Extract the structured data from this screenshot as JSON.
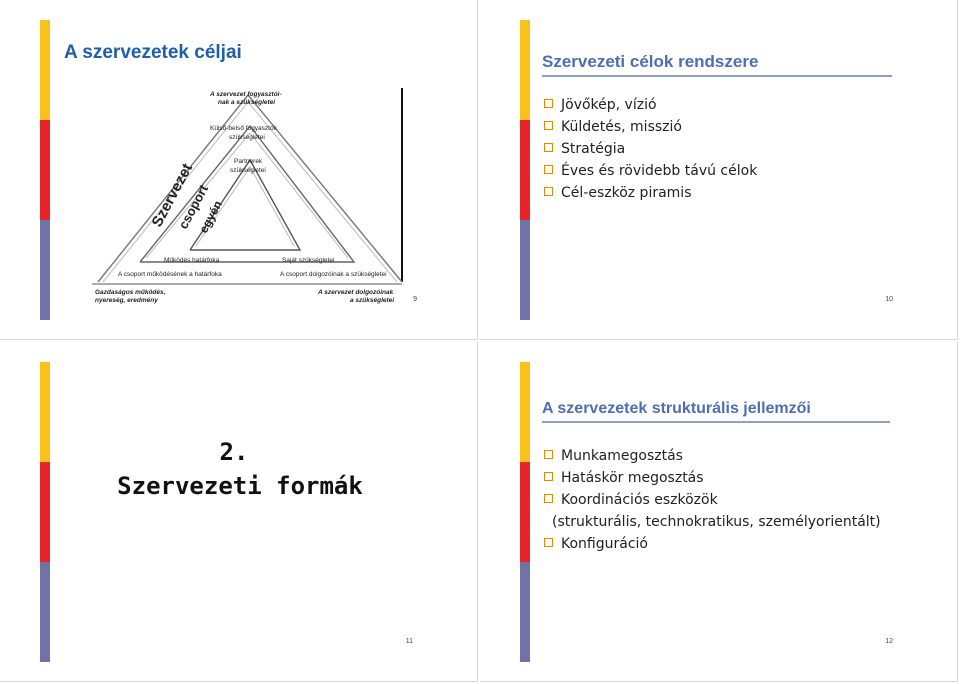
{
  "slides": [
    {
      "title": "A szervezetek céljai",
      "page": "9",
      "diagram": {
        "top_label_1": "A szervezet fogyasztói-",
        "top_label_2": "nak a szükségletei",
        "mid_label_1": "Külső-belső fogyasztók",
        "mid_label_2": "szükségletei",
        "inner_label_1": "Partnerek",
        "inner_label_2": "szükségletei",
        "side_szervezet": "Szervezet",
        "side_csoport": "csoport",
        "side_egyen": "egyén",
        "bottom_inner_left": "Működés határfoka",
        "bottom_inner_right": "Saját szükségletei",
        "bottom_mid_left": "A csoport működésének a határfoka",
        "bottom_mid_right": "A csoport dolgozóinak a szükségletei",
        "bottom_outer_left_1": "Gazdaságos működés,",
        "bottom_outer_left_2": "nyereség, eredmény",
        "bottom_outer_right_1": "A szervezet dolgozóinak",
        "bottom_outer_right_2": "a szükségletei"
      }
    },
    {
      "title": "Szervezeti célok rendszere",
      "page": "10",
      "bullets": [
        "Jövőkép, vízió",
        "Küldetés, misszió",
        "Stratégia",
        "Éves és rövidebb távú célok",
        "Cél-eszköz piramis"
      ]
    },
    {
      "title_line1": "2.",
      "title_line2": "Szervezeti formák",
      "page": "11"
    },
    {
      "title": "A szervezetek strukturális jellemzői",
      "page": "12",
      "bullets": [
        "Munkamegosztás",
        "Hatáskör megosztás",
        "Koordinációs eszközök"
      ],
      "sub_item": "(strukturális, technokratikus, személyorientált)",
      "last_bullet": "Konfiguráció"
    }
  ],
  "colors": {
    "bar_yellow": "#f7c21a",
    "bar_red": "#e8242a",
    "bar_blue": "#6f73a6",
    "title_blue": "#1f5fa8",
    "bullet_orange": "#e58a00"
  }
}
